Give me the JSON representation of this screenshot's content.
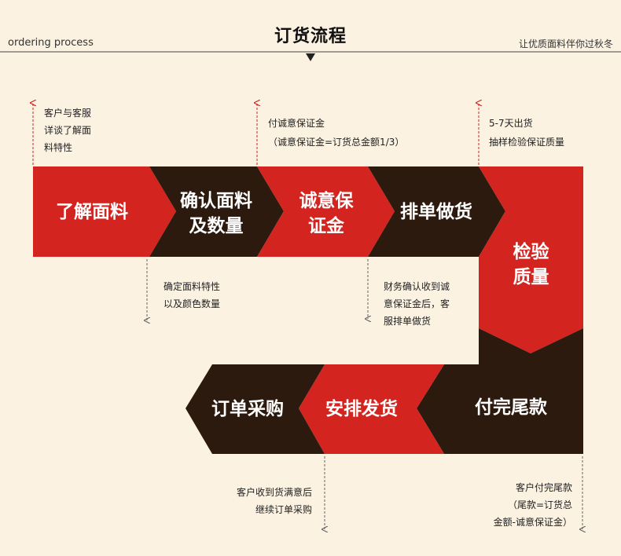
{
  "header": {
    "left_caption": "ordering process",
    "title": "订货流程",
    "right_caption": "让优质面料伴你过秋冬"
  },
  "steps": {
    "s1": "了解面料",
    "s2_line1": "确认面料",
    "s2_line2": "及数量",
    "s3_line1": "诚意保",
    "s3_line2": "证金",
    "s4": "排单做货",
    "s5_line1": "检验",
    "s5_line2": "质量",
    "s6": "付完尾款",
    "s7": "安排发货",
    "s8": "订单采购"
  },
  "notes": {
    "n1": [
      "客户与客服",
      "详谈了解面",
      "料特性"
    ],
    "n2": [
      "付诚意保证金",
      "（诚意保证金=订货总金额1/3）"
    ],
    "n3": [
      "5-7天出货",
      "抽样检验保证质量"
    ],
    "n4": [
      "确定面料特性",
      "以及颜色数量"
    ],
    "n5": [
      "财务确认收到诚",
      "意保证金后，客",
      "服排单做货"
    ],
    "n6": [
      "客户收到货满意后",
      "继续订单采购"
    ],
    "n7": [
      "客户付完尾款",
      "（尾款=订货总",
      "金额-诚意保证金）"
    ]
  },
  "colors": {
    "red": "#d42420",
    "dark": "#2d1a0e",
    "background": "#fbf2e2",
    "arrow_line": "#cc2222"
  }
}
